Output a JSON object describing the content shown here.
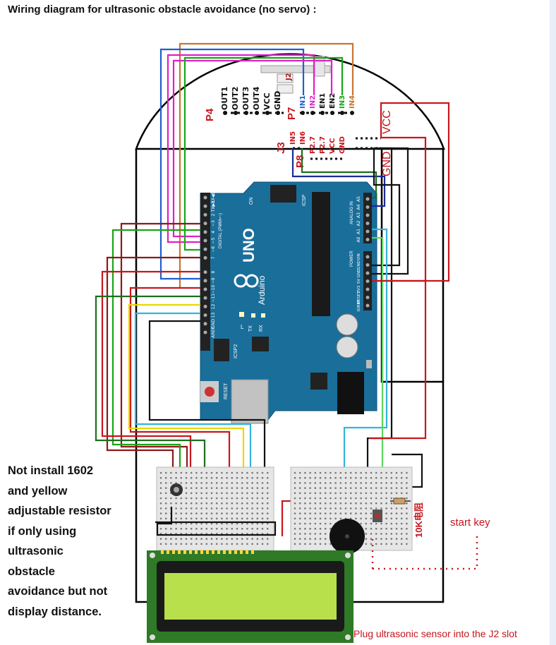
{
  "title": "Wiring diagram for ultrasonic obstacle avoidance (no servo) :",
  "note_lines": [
    "Not install 1602",
    "and yellow",
    "adjustable resistor",
    "if only using",
    "ultrasonic",
    "obstacle",
    "avoidance but not",
    "display distance."
  ],
  "plug_note": "Plug ultrasonic sensor into the J2 slot",
  "start_key": "start key",
  "resistor_label": "10K电阻",
  "labels": {
    "j2": "J2",
    "j3": "J3",
    "p4": "P4",
    "p7": "P7",
    "p8": "P8",
    "vcc": "VCC",
    "gnd": "GND",
    "p4_pins": [
      "OUT1",
      "OUT2",
      "OUT3",
      "OUT4",
      "VCC",
      "GND"
    ],
    "p7_pins": [
      "IN1",
      "IN2",
      "EN1",
      "EN2",
      "IN3",
      "IN4"
    ],
    "p8_pins": [
      "IN5",
      "IN6",
      "P2.7",
      "P2.7",
      "VCC",
      "GND"
    ]
  },
  "arduino": {
    "uno": "UNO",
    "brand": "Arduino",
    "reg": "®",
    "on": "ON",
    "icsp": "ICSP",
    "icsp2": "ICSP2",
    "reset": "RESET",
    "tx": "TX",
    "rx": "RX",
    "l": "L",
    "digital": "DIGITAL (PWM=~)",
    "analog": "ANALOG IN",
    "power": "POWER",
    "digital_pins": [
      "RX◀0",
      "TX▶1",
      "2",
      "~3",
      "4",
      "~5",
      "~6",
      "7",
      "8",
      "~9",
      "~10",
      "~11",
      "12",
      "13",
      "GND",
      "AREF"
    ],
    "analog_pins": [
      "A5",
      "A4",
      "A3",
      "A2",
      "A1",
      "A0"
    ],
    "power_pins": [
      "VIN",
      "GND",
      "GND",
      "5V",
      "3V3",
      "RESET",
      "IOREF"
    ]
  },
  "colors": {
    "board": "#1a6e9a",
    "red": "#c8161e",
    "darkred": "#8b1a1a",
    "black": "#111111",
    "orange": "#c87533",
    "blue": "#1f5fd0",
    "magenta": "#e020c8",
    "green": "#19a519",
    "darkgreen": "#1e6e1e",
    "navy": "#1b2a9a",
    "yellow": "#e8d800",
    "cyan": "#32b4e0",
    "lightgreen": "#5cd65c",
    "lcd": "#b7e04a"
  }
}
